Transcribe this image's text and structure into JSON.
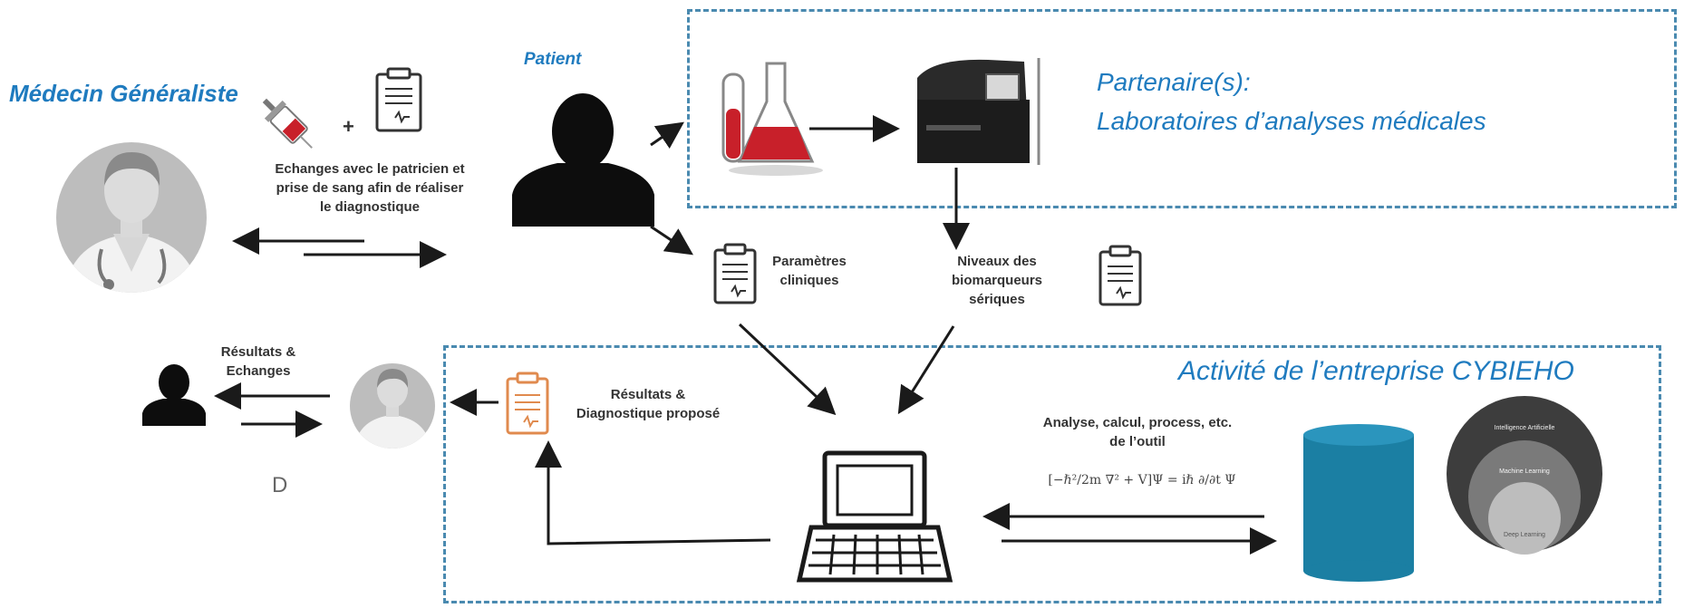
{
  "actors": {
    "doctor_title": "Médecin Généraliste",
    "patient_title": "Patient",
    "result_letter": "D"
  },
  "partner": {
    "title_line1": "Partenaire(s):",
    "title_line2": "Laboratoires d’analyses médicales"
  },
  "company": {
    "title": "Activité de l’entreprise CYBIEHO"
  },
  "labels": {
    "exchange_line1": "Echanges avec le patricien et",
    "exchange_line2": "prise de sang afin de réaliser",
    "exchange_line3": "le diagnostique",
    "plus": "+",
    "clinical_line1": "Paramètres",
    "clinical_line2": "cliniques",
    "biomarker_line1": "Niveaux des",
    "biomarker_line2": "biomarqueurs",
    "biomarker_line3": "sériques",
    "results_exchange_line1": "Résultats &",
    "results_exchange_line2": "Echanges",
    "results_diag_line1": "Résultats &",
    "results_diag_line2": "Diagnostique proposé",
    "analysis_line1": "Analyse, calcul, process, etc.",
    "analysis_line2": "de l’outil",
    "equation": "[−ℏ²/2m ∇² + V]Ψ = iℏ ∂/∂t Ψ"
  },
  "ai_rings": {
    "outer": "Intelligence Artificielle",
    "middle": "Machine Learning",
    "inner": "Deep Learning"
  },
  "colors": {
    "accent_blue": "#1f7bbf",
    "dash_border": "#4a8ab0",
    "cylinder": "#1b7fa3",
    "flask_red": "#c8202a",
    "report_orange": "#e08a4e"
  }
}
